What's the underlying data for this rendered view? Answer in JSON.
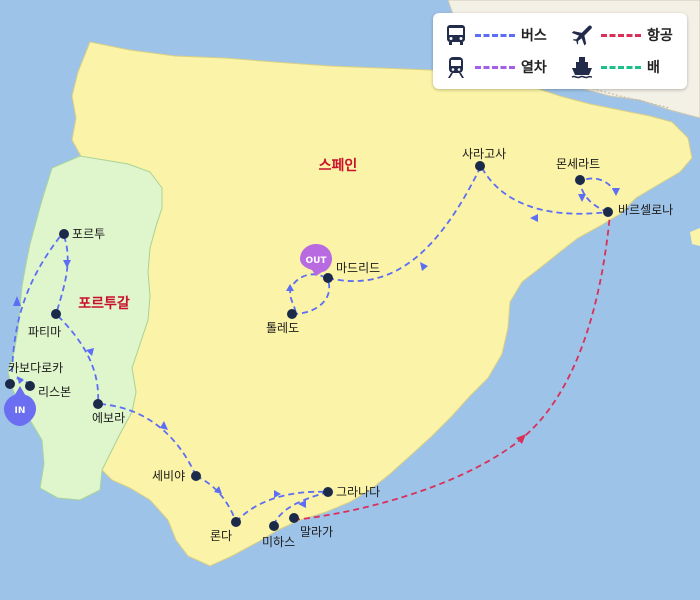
{
  "countries": {
    "spain": "스페인",
    "portugal": "포르투갈"
  },
  "cities": {
    "porto": "포르투",
    "fatima": "파티마",
    "cabo_da_roca": "카보다로카",
    "lisbon": "리스본",
    "evora": "에보라",
    "seville": "세비야",
    "ronda": "론다",
    "mijas": "미하스",
    "malaga": "말라가",
    "granada": "그라나다",
    "toledo": "톨레도",
    "madrid": "마드리드",
    "zaragoza": "사라고사",
    "montserrat": "몬세라트",
    "barcelona": "바르셀로나"
  },
  "pins": {
    "in": "IN",
    "out": "OUT"
  },
  "legend": {
    "bus": {
      "label": "버스",
      "color": "#5b6ef5",
      "icon": "bus-icon"
    },
    "flight": {
      "label": "항공",
      "color": "#d9305a",
      "icon": "airplane-icon"
    },
    "train": {
      "label": "열차",
      "color": "#a55fe6",
      "icon": "train-icon"
    },
    "ship": {
      "label": "배",
      "color": "#1dbf8a",
      "icon": "ship-icon"
    }
  },
  "colors": {
    "sea": "#9ec3e8",
    "spain": "#fbf3a7",
    "portugal": "#dff5cc",
    "other_land": "#f3f0e6",
    "in_pin": "#6b6ef0",
    "out_pin": "#b86ae0",
    "city_dot": "#1c2a4a"
  }
}
